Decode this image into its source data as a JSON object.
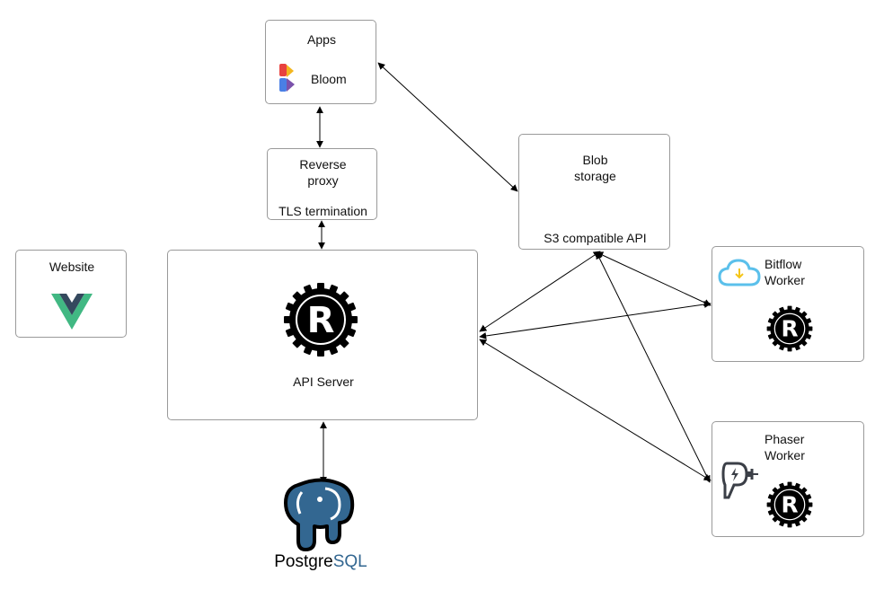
{
  "apps": {
    "title": "Apps",
    "app_name": "Bloom"
  },
  "proxy": {
    "title_line1": "Reverse",
    "title_line2": "proxy",
    "subtitle": "TLS termination"
  },
  "blob": {
    "title_line1": "Blob",
    "title_line2": "storage",
    "subtitle": "S3 compatible API"
  },
  "website": {
    "title": "Website"
  },
  "api": {
    "title": "API Server"
  },
  "bitflow": {
    "title_line1": "Bitflow",
    "title_line2": "Worker"
  },
  "phaser": {
    "title_line1": "Phaser",
    "title_line2": "Worker"
  },
  "postgres": {
    "label_part1": "Postgre",
    "label_part2": "SQL"
  },
  "icons": {
    "bloom": "bloom-logo-icon",
    "vue": "vue-logo-icon",
    "rust": "rust-logo-icon",
    "cloud": "cloud-download-icon",
    "phaser": "phaser-plug-icon",
    "postgres": "postgresql-elephant-icon"
  },
  "colors": {
    "box_border": "#9a9a9a",
    "vue_green": "#41b883",
    "vue_dark": "#34495e",
    "postgres_blue": "#336791",
    "cloud_blue": "#5bc0eb",
    "cloud_arrow": "#f5c518"
  }
}
